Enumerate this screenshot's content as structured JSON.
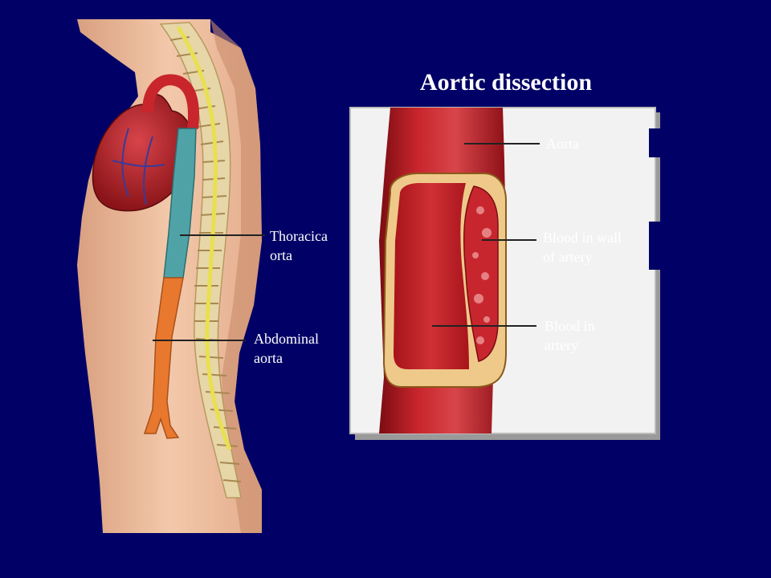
{
  "title": "Aortic dissection",
  "labels": {
    "thoracic": [
      "Thoracica",
      "orta"
    ],
    "abdominal": [
      "Abdominal",
      "aorta"
    ],
    "aorta": "Aorta",
    "wall_blood": [
      "Blood in wall",
      "of artery"
    ],
    "artery_blood": [
      "Blood in",
      "artery"
    ]
  },
  "colors": {
    "background": "#000066",
    "skin": "#eebc9c",
    "aorta_red": "#b81a22",
    "thoracic_aorta": "#4fa3a6",
    "abdominal_aorta": "#e8782e",
    "spine": "#e6d6a8",
    "panel": "#f2f2f2"
  }
}
